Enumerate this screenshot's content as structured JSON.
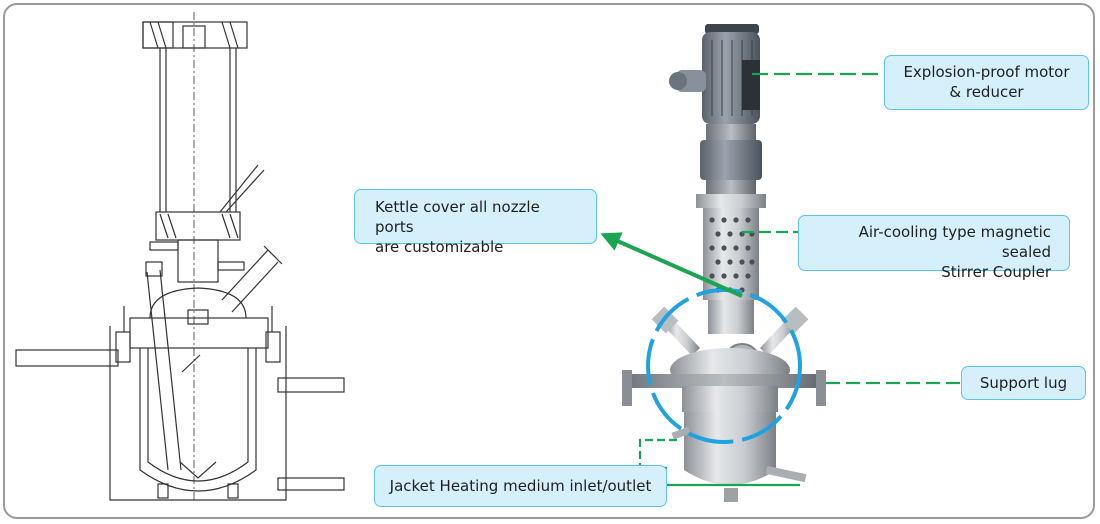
{
  "callouts": {
    "motor": {
      "line1": "Explosion-proof motor",
      "line2": "& reducer"
    },
    "cover": {
      "line1": "Kettle cover all nozzle ports",
      "line2": "are customizable"
    },
    "coupler": {
      "line1": "Air-cooling type magnetic sealed",
      "line2": "Stirrer Coupler"
    },
    "lug": {
      "line1": "Support lug"
    },
    "jacket": {
      "line1": "Jacket Heating medium inlet/outlet"
    }
  },
  "colors": {
    "callout_fill": "#d5f0fb",
    "callout_border": "#5cc3ea",
    "leader_line": "#19a553",
    "highlight_circle": "#1ea3e0",
    "frame_border": "#9a9a9a"
  }
}
